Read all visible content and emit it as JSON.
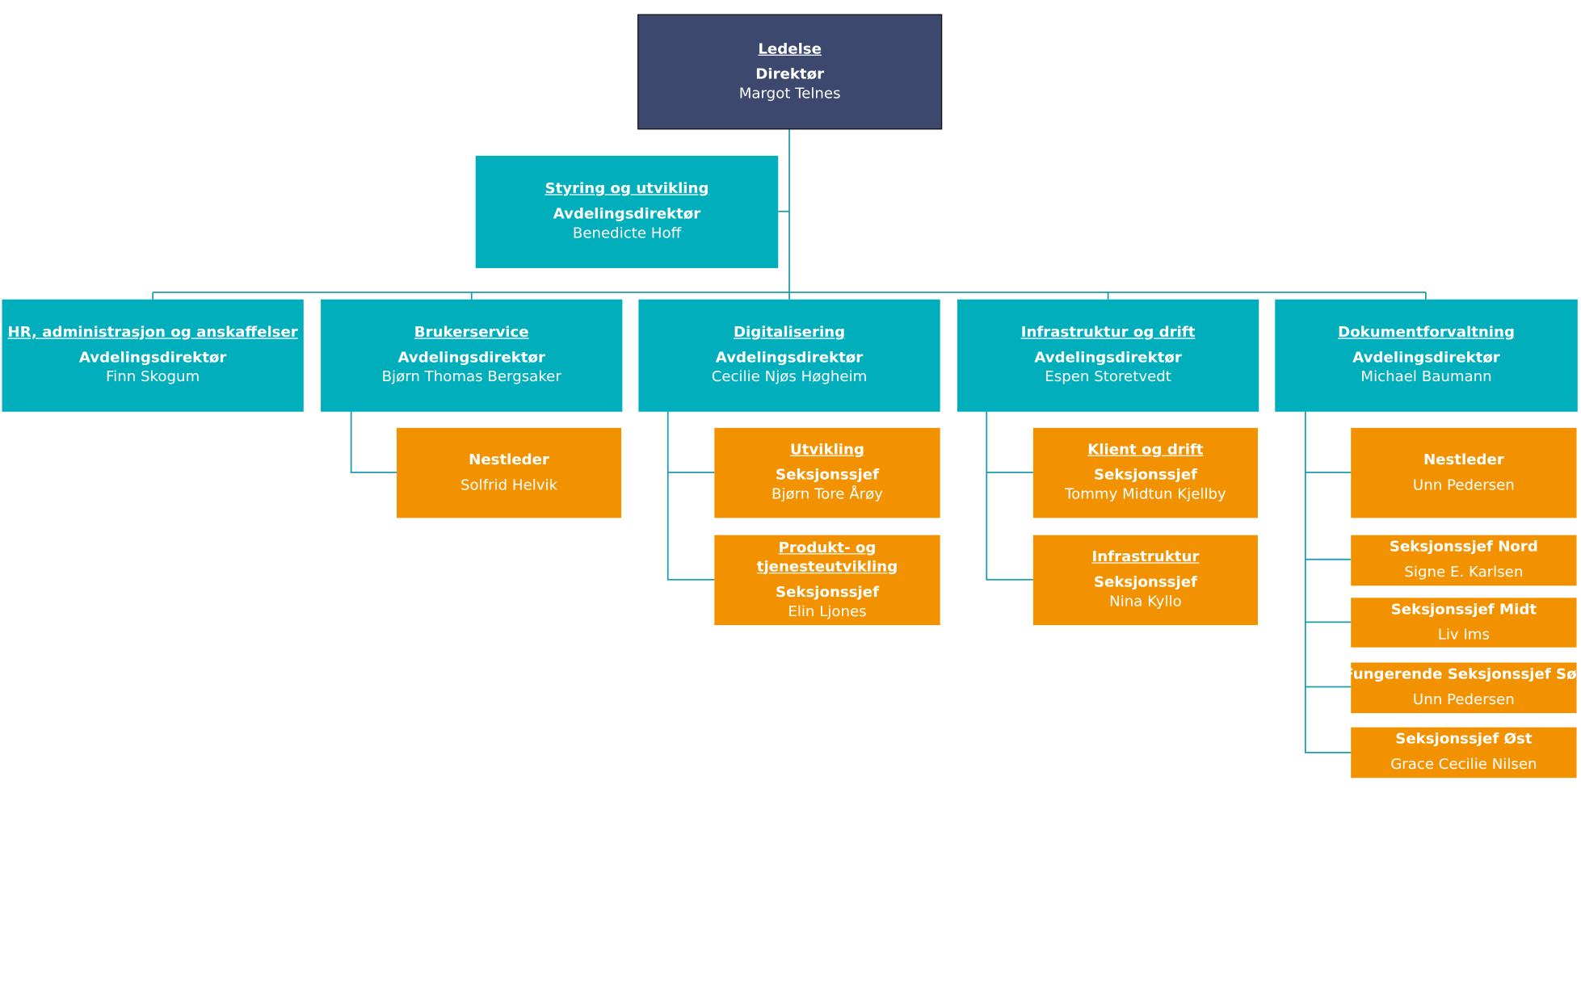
{
  "top": {
    "unit": "Ledelse",
    "role": "Direktør",
    "person": "Margot Telnes"
  },
  "staff": {
    "unit": "Styring og utvikling",
    "role": "Avdelingsdirektør",
    "person": "Benedicte Hoff"
  },
  "departments": {
    "hr": {
      "unit": "HR, administrasjon og anskaffelser",
      "role": "Avdelingsdirektør",
      "person": "Finn Skogum"
    },
    "brukerservice": {
      "unit": "Brukerservice",
      "role": "Avdelingsdirektør",
      "person": "Bjørn Thomas Bergsaker",
      "subs": {
        "nestleder": {
          "role": "Nestleder",
          "person": "Solfrid Helvik"
        }
      }
    },
    "digitalisering": {
      "unit": "Digitalisering",
      "role": "Avdelingsdirektør",
      "person": "Cecilie Njøs Høgheim",
      "subs": {
        "utvikling": {
          "unit": "Utvikling",
          "role": "Seksjonssjef",
          "person": "Bjørn Tore Årøy"
        },
        "produkt": {
          "unit": "Produkt- og tjenesteutvikling",
          "role": "Seksjonssjef",
          "person": "Elin Ljones"
        }
      }
    },
    "infrastruktur": {
      "unit": "Infrastruktur og drift",
      "role": "Avdelingsdirektør",
      "person": "Espen Storetvedt",
      "subs": {
        "klient": {
          "unit": "Klient og drift",
          "role": "Seksjonssjef",
          "person": "Tommy Midtun Kjellby"
        },
        "infra": {
          "unit": "Infrastruktur",
          "role": "Seksjonssjef",
          "person": "Nina Kyllo"
        }
      }
    },
    "dokument": {
      "unit": "Dokumentforvaltning",
      "role": "Avdelingsdirektør",
      "person": "Michael Baumann",
      "subs": {
        "nestleder": {
          "role": "Nestleder",
          "person": "Unn Pedersen"
        },
        "nord": {
          "role": "Seksjonssjef Nord",
          "person": "Signe E. Karlsen"
        },
        "midt": {
          "role": "Seksjonssjef Midt",
          "person": "Liv Ims"
        },
        "sor": {
          "role": "Fungerende Seksjonssjef Sør",
          "person": "Unn Pedersen"
        },
        "ost": {
          "role": "Seksjonssjef Øst",
          "person": "Grace Cecilie Nilsen"
        }
      }
    }
  },
  "colors": {
    "top": "#3c486e",
    "department": "#00aebc",
    "section": "#f39200",
    "connector": "#1a9cad",
    "text": "#ffffff"
  }
}
